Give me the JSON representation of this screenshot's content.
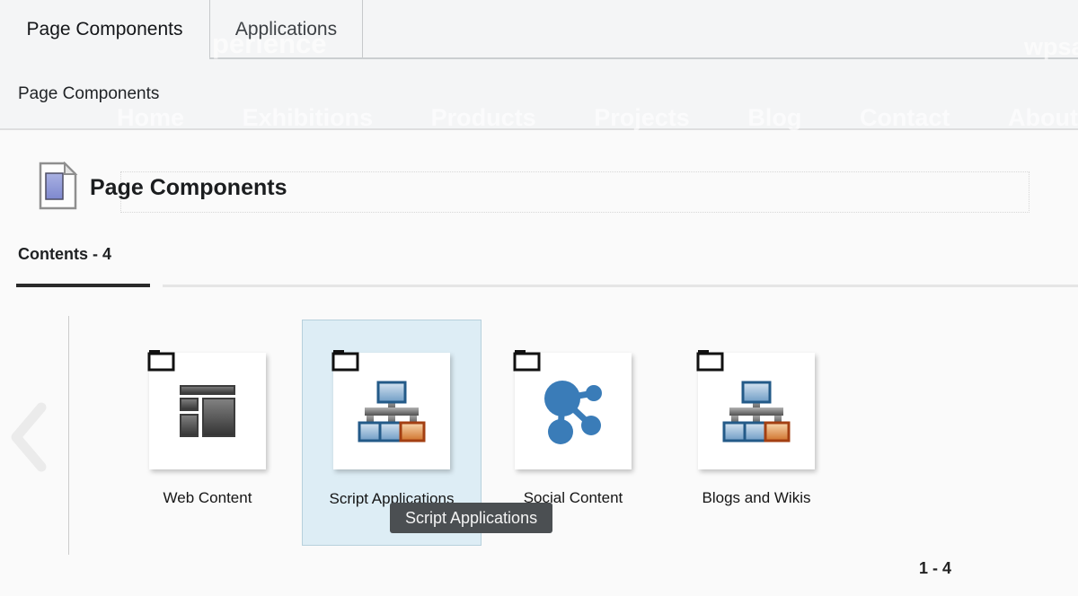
{
  "tabs": [
    {
      "label": "Page Components",
      "active": true
    },
    {
      "label": "Applications",
      "active": false
    }
  ],
  "background_page": {
    "partial_word_behind_tabs": "perience",
    "partial_word_top_right": "wpsa",
    "nav_items": [
      "Home",
      "Exhibitions",
      "Products",
      "Projects",
      "Blog",
      "Contact",
      "About Us"
    ]
  },
  "breadcrumb": {
    "label": "Page Components"
  },
  "page_header": {
    "title": "Page Components",
    "icon": "document-icon"
  },
  "section_tabs": {
    "active_label": "Contents - 4"
  },
  "carousel": {
    "prev_arrow_icon": "chevron-left-icon",
    "items": [
      {
        "label": "Web Content",
        "icon": "web-layout-icon",
        "selected": false
      },
      {
        "label": "Script Applications",
        "icon": "sitemap-icon",
        "selected": true
      },
      {
        "label": "Social Content",
        "icon": "share-network-icon",
        "selected": false
      },
      {
        "label": "Blogs and Wikis",
        "icon": "sitemap-icon",
        "selected": false
      }
    ],
    "tooltip": {
      "text": "Script Applications"
    },
    "pagination": "1 - 4"
  },
  "colors": {
    "band_bg": "#f4f5f6",
    "main_bg": "#fafafa",
    "selection_bg": "#ddedf5",
    "selection_border": "#b7d0dc",
    "tooltip_bg": "#4b4f52",
    "active_underline": "#2a2a2a",
    "icon_blue": "#3a7cb8",
    "icon_orange": "#d4732f"
  }
}
